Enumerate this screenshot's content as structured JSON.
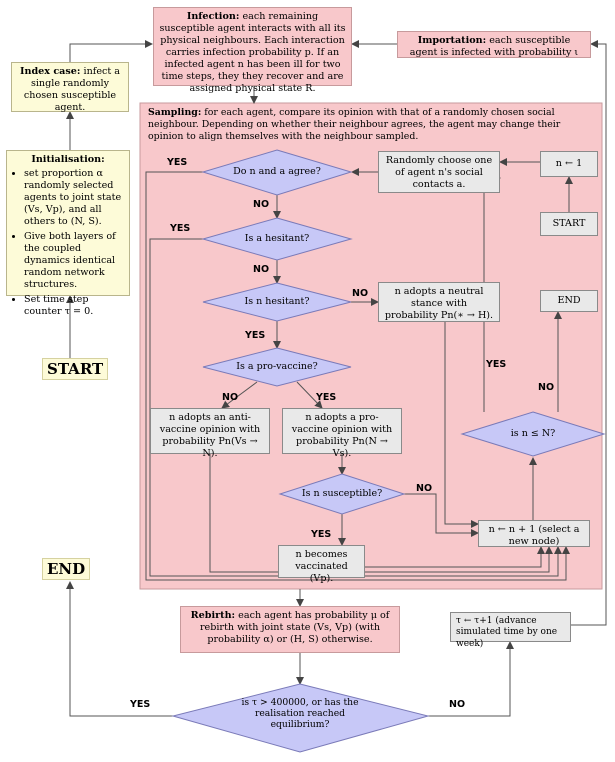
{
  "nodes": {
    "infection": {
      "head": "Infection:",
      "text": "each remaining susceptible agent interacts with all its physical neighbours. Each interaction carries infection probability p. If an infected agent n has been ill for two time steps, they they recover and are assigned physical state R."
    },
    "importation": {
      "head": "Importation:",
      "text": "each susceptible agent is infected with probability ι"
    },
    "index_case": {
      "head": "Index case:",
      "text": "infect a single randomly chosen susceptible agent."
    },
    "init": {
      "head": "Initialisation:",
      "items": [
        "set proportion α randomly selected agents to joint state (Vs, Vp), and all others to (N, S).",
        "Give both layers of the coupled dynamics identical random network structures.",
        "Set time step counter τ = 0."
      ]
    },
    "start_big": "START",
    "end_big": "END",
    "sampling": {
      "head": "Sampling:",
      "text": "for each agent, compare its opinion with that of a randomly chosen social neighbour. Depending on whether their neighbour agrees, the agent may change their opinion to align themselves with the neighbour sampled."
    },
    "d_agree": "Do n and a agree?",
    "d_a_hes": "Is a hesitant?",
    "d_n_hes": "Is n hesitant?",
    "d_pro": "Is a pro-vaccine?",
    "d_sus": "Is n susceptible?",
    "d_nN": "is n ≤ N?",
    "d_tau": "is τ > 400000, or has the realisation reached equilibrium?",
    "random_choose": "Randomly choose one of agent n's social contacts a.",
    "n_assign": "n ← 1",
    "start_small": "START",
    "end_small": "END",
    "neutral": "n adopts a neutral stance with probability Pn(∗ → H).",
    "anti": "n adopts an anti-vaccine opinion with probability Pn(Vs → N).",
    "pro": "n adopts a pro-vaccine opinion with probability Pn(N → Vs).",
    "vacc": "n becomes vaccinated (Vp).",
    "next": "n ← n + 1 (select a new node)",
    "rebirth": {
      "head": "Rebirth:",
      "text": "each agent has probability μ of rebirth with joint state (Vs, Vp) (with probability α) or (H, S) otherwise."
    },
    "tau_inc": "τ ← τ+1 (advance simulated time by one week)"
  },
  "labels": {
    "yes": "YES",
    "no": "NO"
  },
  "colors": {
    "pink": "#f8c8cb",
    "gray": "#e9e9e9",
    "yellow": "#fdfbd8",
    "diamond": "#c7c8f7"
  }
}
